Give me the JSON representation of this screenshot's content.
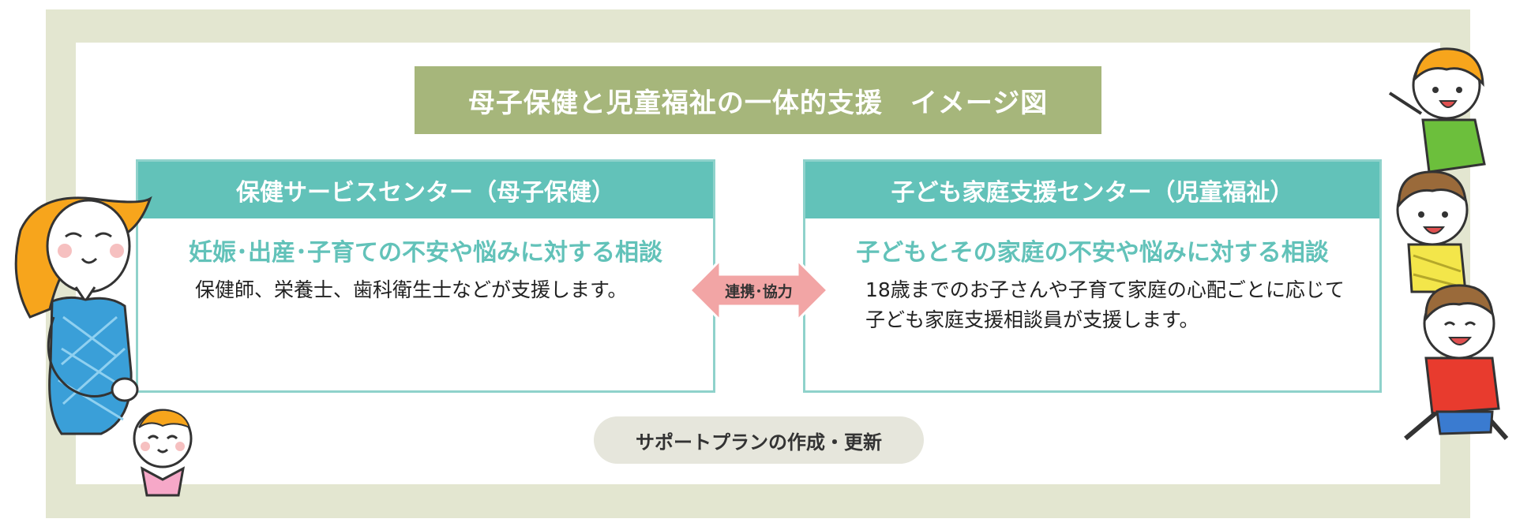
{
  "title": "母子保健と児童福祉の一体的支援　イメージ図",
  "left_box": {
    "header": "保健サービスセンター（母子保健）",
    "subtitle": "妊娠･出産･子育ての不安や悩みに対する相談",
    "body": "保健師、栄養士、歯科衛生士などが支援します。"
  },
  "right_box": {
    "header": "子ども家庭支援センター（児童福祉）",
    "subtitle": "子どもとその家庭の不安や悩みに対する相談",
    "body": "18歳までのお子さんや子育て家庭の心配ごとに応じて子ども家庭支援相談員が支援します。"
  },
  "collaboration_label": "連携･協力",
  "support_plan_label": "サポートプランの作成・更新",
  "colors": {
    "frame": "#e3e6d0",
    "title_bg": "#a6b67b",
    "teal": "#62c2b9",
    "teal_border": "#8fd2cb",
    "arrow": "#f2a5a5",
    "pill": "#e6e6dc"
  },
  "illustrations": [
    "pregnant-mother-illustration",
    "baby-illustration",
    "kids-stack-illustration"
  ]
}
